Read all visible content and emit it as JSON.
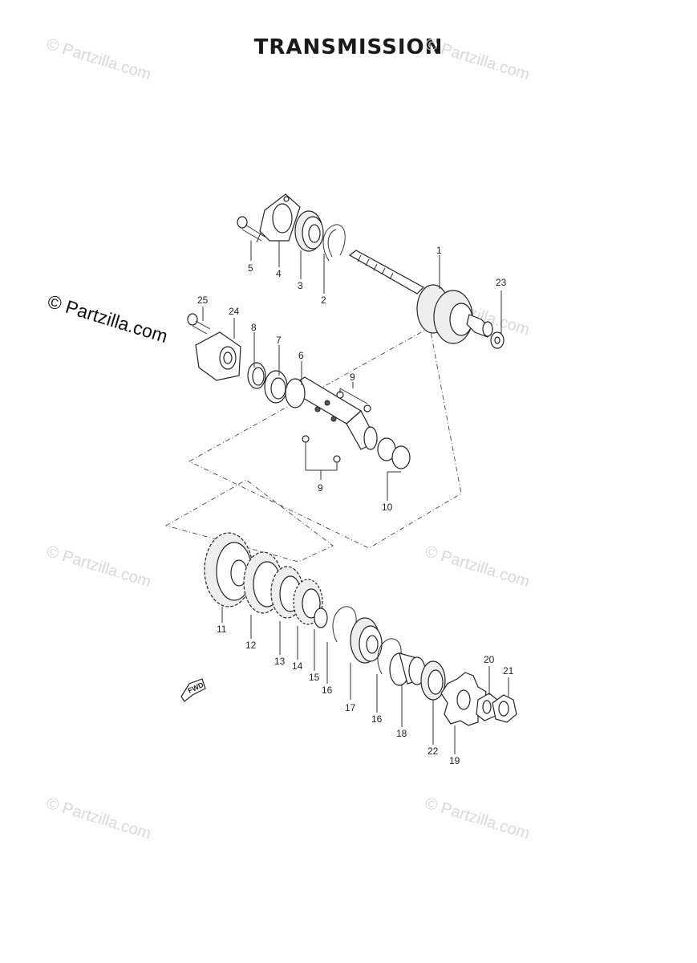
{
  "title": "TRANSMISSION",
  "watermark_text": "© Partzilla.com",
  "watermark_dark_text": "© Partzilla.com",
  "fwd_label": "FWD",
  "callouts": [
    "1",
    "2",
    "3",
    "4",
    "5",
    "6",
    "7",
    "8",
    "9",
    "9",
    "10",
    "11",
    "12",
    "13",
    "14",
    "15",
    "16",
    "16",
    "17",
    "18",
    "19",
    "20",
    "21",
    "22",
    "23",
    "24",
    "25"
  ],
  "colors": {
    "line": "#222222",
    "watermark": "#d9d9d9"
  }
}
